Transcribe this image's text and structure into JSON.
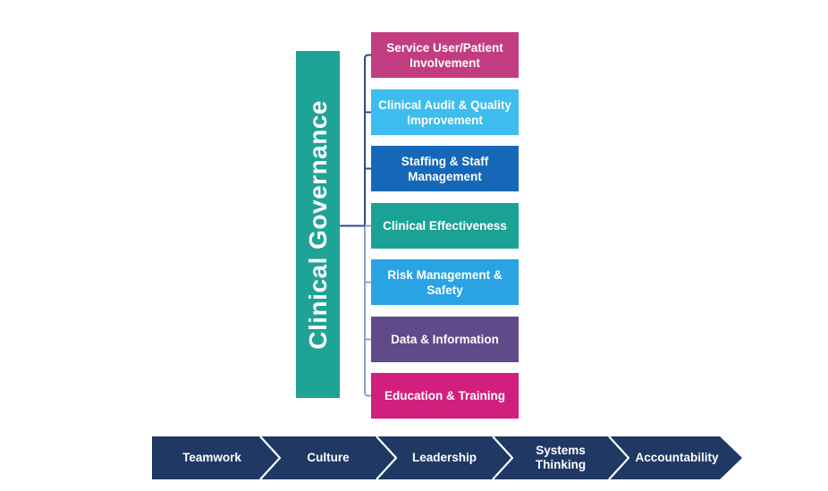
{
  "title": {
    "label": "Clinical Governance"
  },
  "colors": {
    "governance_box": "#1FA396",
    "governance_text": "#FFFFFF",
    "connector_navy": "#2E4C8E",
    "connector_light": "#8FA0CF",
    "banner_bg": "#1F3864",
    "chevron_line": "#FFFFFF"
  },
  "branches": [
    {
      "label": "Service User/Patient Involvement",
      "color": "#C23C80"
    },
    {
      "label": "Clinical Audit & Quality Improvement",
      "color": "#3DBCEE"
    },
    {
      "label": "Staffing & Staff Management",
      "color": "#1568B8"
    },
    {
      "label": "Clinical Effectiveness",
      "color": "#1AA294"
    },
    {
      "label": "Risk Management & Safety",
      "color": "#29A3E3"
    },
    {
      "label": "Data & Information",
      "color": "#604A89"
    },
    {
      "label": "Education & Training",
      "color": "#D21E7D"
    }
  ],
  "banner": {
    "bg": "#1F3864",
    "items": [
      {
        "label": "Teamwork"
      },
      {
        "label": "Culture"
      },
      {
        "label": "Leadership"
      },
      {
        "label": "Systems Thinking"
      },
      {
        "label": "Accountability"
      }
    ]
  }
}
